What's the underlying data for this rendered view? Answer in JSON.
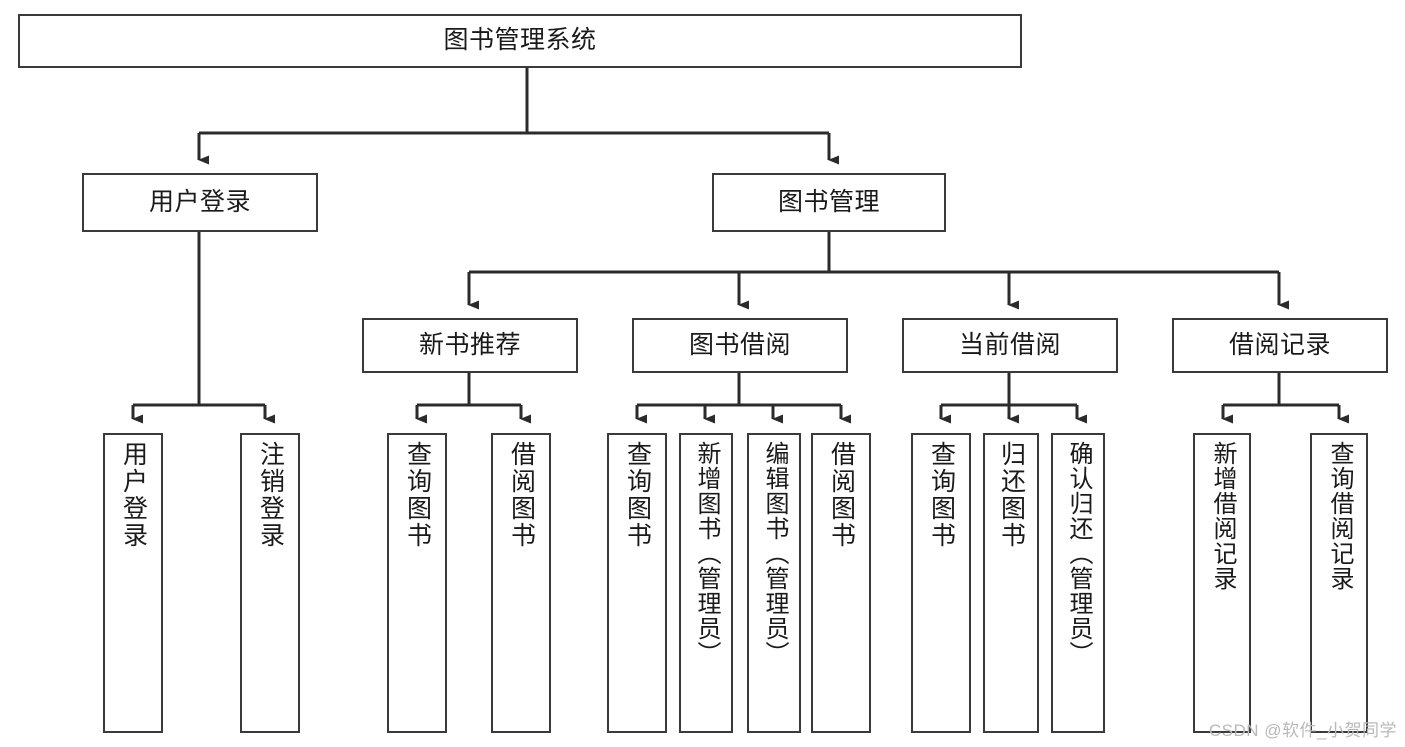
{
  "diagram": {
    "title": "图书管理系统",
    "type": "tree-hierarchy-chart",
    "orientation": "top-down",
    "colors": {
      "box_border": "#3a3a3a",
      "box_fill": "#ffffff",
      "edge": "#2b2b2b",
      "text": "#1a1a1a",
      "watermark": "#b9b9b9",
      "background": "#ffffff"
    }
  },
  "nodes": {
    "root": {
      "label": "图书管理系统"
    },
    "level1": [
      {
        "label": "用户登录"
      },
      {
        "label": "图书管理"
      }
    ],
    "level2": [
      {
        "label": "新书推荐"
      },
      {
        "label": "图书借阅"
      },
      {
        "label": "当前借阅"
      },
      {
        "label": "借阅记录"
      }
    ],
    "leaves": {
      "user_login": [
        {
          "label": "用户登录"
        },
        {
          "label": "注销登录"
        }
      ],
      "new_book_recommend": [
        {
          "label": "查询图书"
        },
        {
          "label": "借阅图书"
        }
      ],
      "book_borrow": [
        {
          "label": "查询图书"
        },
        {
          "label": "新增图书（管理员）"
        },
        {
          "label": "编辑图书（管理员）"
        },
        {
          "label": "借阅图书"
        }
      ],
      "current_borrow": [
        {
          "label": "查询图书"
        },
        {
          "label": "归还图书"
        },
        {
          "label": "确认归还（管理员）"
        }
      ],
      "borrow_record": [
        {
          "label": "新增借阅记录"
        },
        {
          "label": "查询借阅记录"
        }
      ]
    }
  },
  "watermark": {
    "text": "CSDN @软件_小贺同学"
  }
}
